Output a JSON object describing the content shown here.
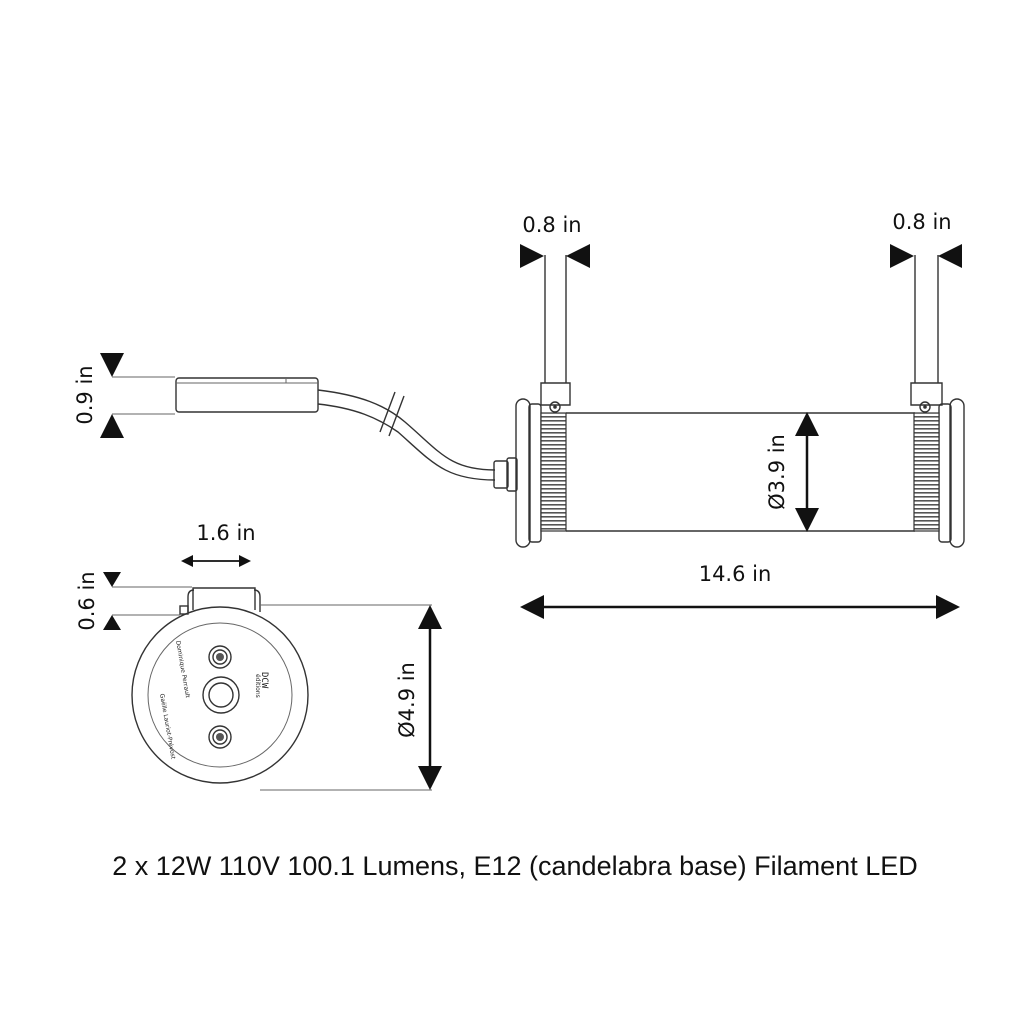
{
  "dimensions": {
    "left_rod_width": "0.8 in",
    "right_rod_width": "0.8 in",
    "switch_height": "0.9 in",
    "tube_diameter": "Ø3.9 in",
    "tube_length": "14.6 in",
    "bracket_width": "1.6 in",
    "bracket_height": "0.6 in",
    "end_cap_diameter": "Ø4.9 in"
  },
  "end_cap_text": {
    "logo": "DCW",
    "logo_sub": "éditions",
    "designer_line1": "Dominique Perrault",
    "designer_line2": "Gaëlle Lauriot-Prévost"
  },
  "caption": "2 x 12W 110V 100.1 Lumens, E12 (candelabra base) Filament LED"
}
